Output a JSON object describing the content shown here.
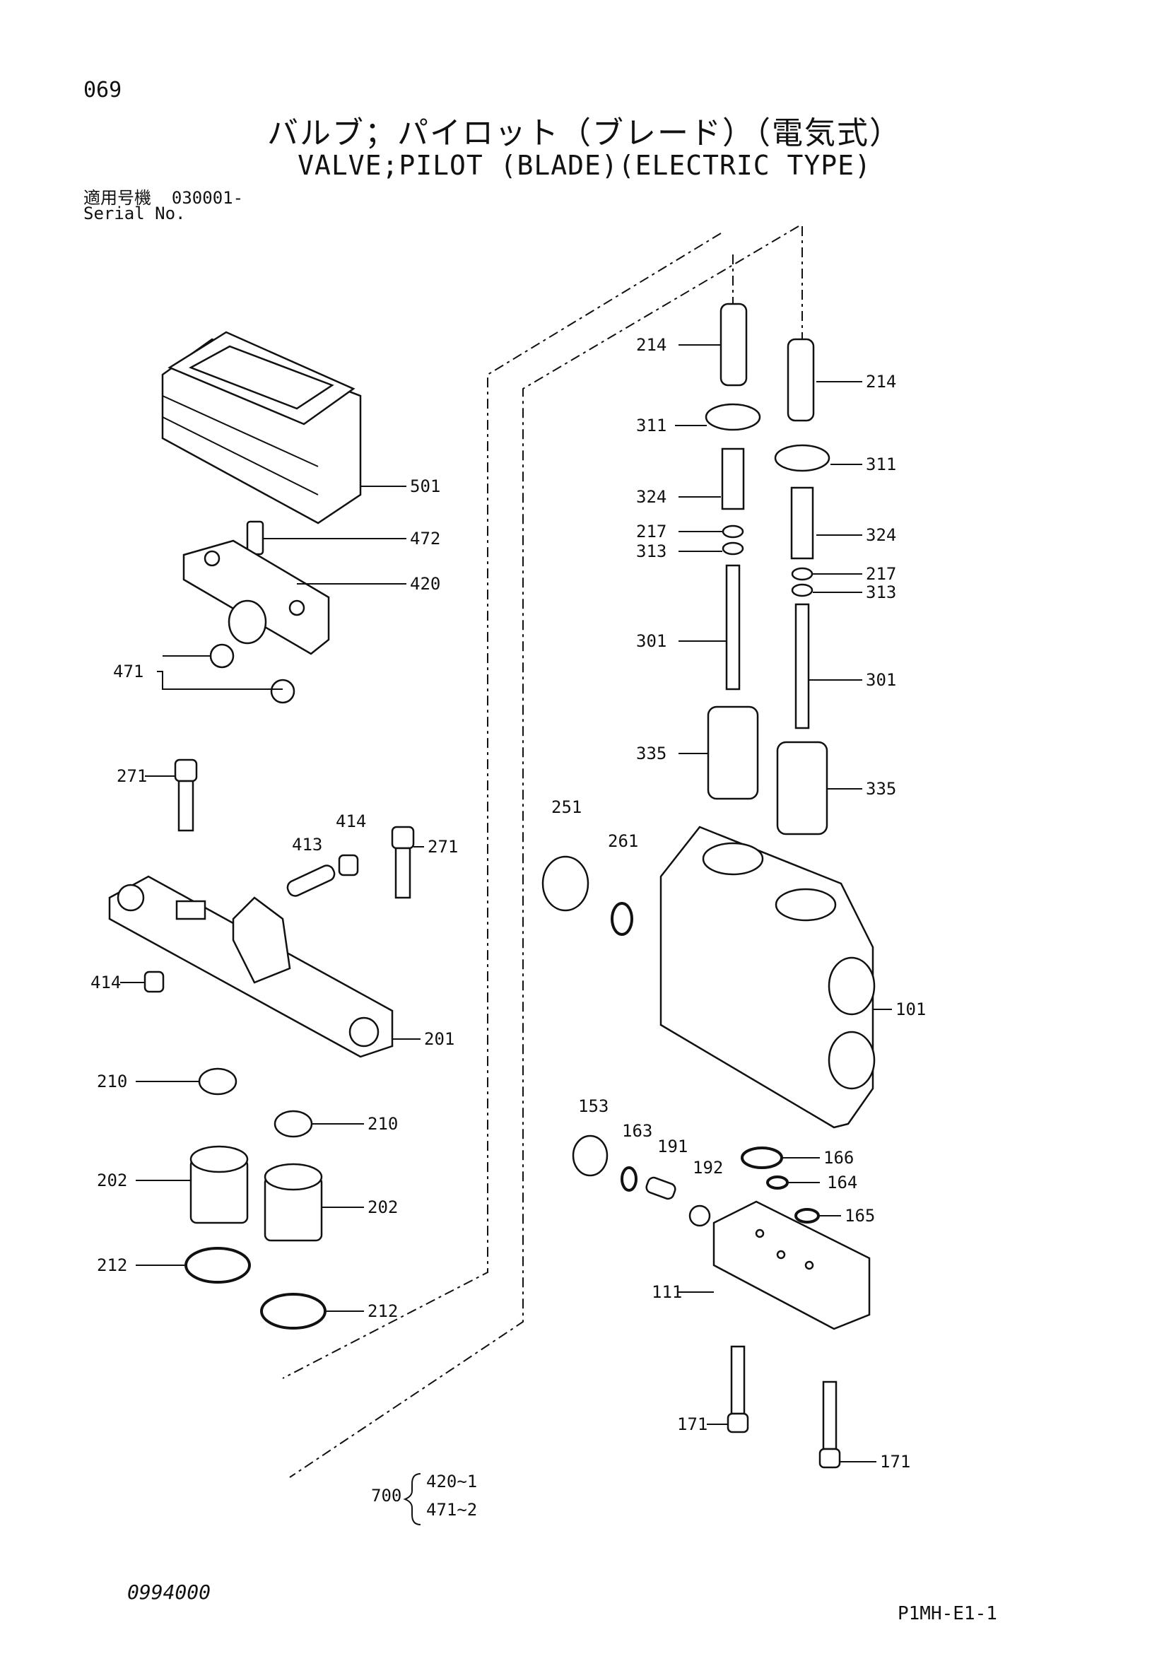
{
  "page_number": "069",
  "title_jp": "バルブ；パイロット（ブレード）（電気式）",
  "title_en": "VALVE;PILOT (BLADE)(ELECTRIC TYPE)",
  "serial": {
    "label_jp": "適用号機",
    "label_en": "Serial No.",
    "value": "030001-"
  },
  "doc_code": "0994000",
  "sheet_code": "P1MH-E1-1",
  "parts": {
    "p069": "069",
    "p214a": "214",
    "p214b": "214",
    "p311a": "311",
    "p311b": "311",
    "p324a": "324",
    "p324b": "324",
    "p217a": "217",
    "p217b": "217",
    "p313a": "313",
    "p313b": "313",
    "p301a": "301",
    "p301b": "301",
    "p335a": "335",
    "p335b": "335",
    "p501": "501",
    "p472": "472",
    "p420": "420",
    "p471": "471",
    "p271a": "271",
    "p271b": "271",
    "p413": "413",
    "p414a": "414",
    "p414b": "414",
    "p201": "201",
    "p210a": "210",
    "p210b": "210",
    "p202a": "202",
    "p202b": "202",
    "p212a": "212",
    "p212b": "212",
    "p251": "251",
    "p261": "261",
    "p101": "101",
    "p153": "153",
    "p163": "163",
    "p191": "191",
    "p192": "192",
    "p166": "166",
    "p164": "164",
    "p165": "165",
    "p111": "111",
    "p171a": "171",
    "p171b": "171"
  },
  "kit": {
    "number": "700",
    "item1": "420~1",
    "item2": "471~2"
  }
}
